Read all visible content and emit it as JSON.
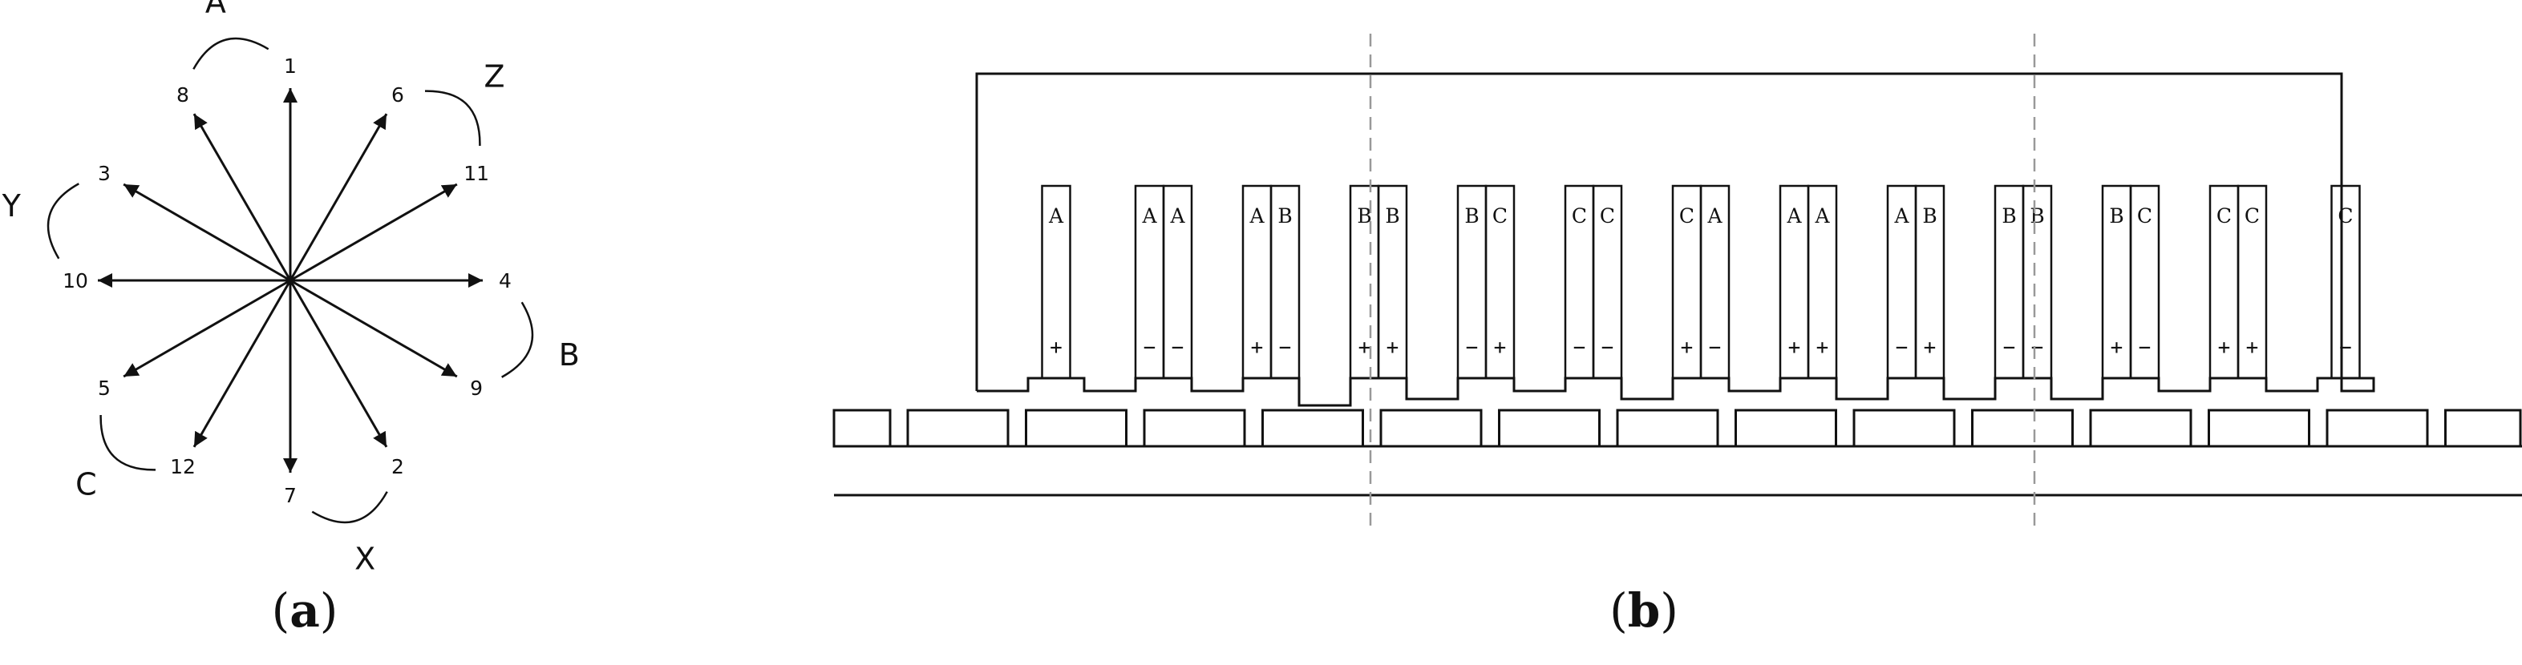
{
  "panel_a": {
    "caption_open": "(",
    "caption_letter": "a",
    "caption_close": ")",
    "vectors": [
      {
        "label": "1",
        "angle": 90
      },
      {
        "label": "2",
        "angle": -60
      },
      {
        "label": "3",
        "angle": 150
      },
      {
        "label": "4",
        "angle": 0
      },
      {
        "label": "5",
        "angle": -150
      },
      {
        "label": "6",
        "angle": 60
      },
      {
        "label": "7",
        "angle": -90
      },
      {
        "label": "8",
        "angle": 120
      },
      {
        "label": "9",
        "angle": -30
      },
      {
        "label": "10",
        "angle": 180
      },
      {
        "label": "11",
        "angle": 30
      },
      {
        "label": "12",
        "angle": -120
      }
    ],
    "phase_groups": [
      {
        "label": "A",
        "from": "8",
        "to": "1"
      },
      {
        "label": "Z",
        "from": "6",
        "to": "11"
      },
      {
        "label": "B",
        "from": "4",
        "to": "9"
      },
      {
        "label": "X",
        "from": "7",
        "to": "2"
      },
      {
        "label": "C",
        "from": "5",
        "to": "12"
      },
      {
        "label": "Y",
        "from": "3",
        "to": "10"
      }
    ]
  },
  "panel_b": {
    "caption_open": "(",
    "caption_letter": "b",
    "caption_close": ")",
    "coil_sides": [
      {
        "phase": "A",
        "sign": "+"
      },
      {
        "phase": "A",
        "sign": "−"
      },
      {
        "phase": "A",
        "sign": "−"
      },
      {
        "phase": "A",
        "sign": "+"
      },
      {
        "phase": "B",
        "sign": "−"
      },
      {
        "phase": "B",
        "sign": "+"
      },
      {
        "phase": "B",
        "sign": "+"
      },
      {
        "phase": "B",
        "sign": "−"
      },
      {
        "phase": "C",
        "sign": "+"
      },
      {
        "phase": "C",
        "sign": "−"
      },
      {
        "phase": "C",
        "sign": "−"
      },
      {
        "phase": "C",
        "sign": "+"
      },
      {
        "phase": "A",
        "sign": "−"
      },
      {
        "phase": "A",
        "sign": "+"
      },
      {
        "phase": "A",
        "sign": "+"
      },
      {
        "phase": "A",
        "sign": "−"
      },
      {
        "phase": "B",
        "sign": "+"
      },
      {
        "phase": "B",
        "sign": "−"
      },
      {
        "phase": "B",
        "sign": "−"
      },
      {
        "phase": "B",
        "sign": "+"
      },
      {
        "phase": "C",
        "sign": "−"
      },
      {
        "phase": "C",
        "sign": "+"
      },
      {
        "phase": "C",
        "sign": "+"
      },
      {
        "phase": "C",
        "sign": "−"
      }
    ]
  }
}
